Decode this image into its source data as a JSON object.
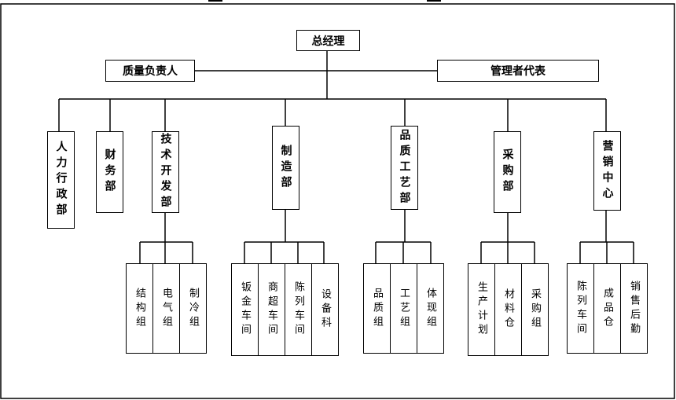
{
  "top": {
    "general_manager": "总经理"
  },
  "staff": {
    "quality": "质量负责人",
    "management_rep": "管理者代表"
  },
  "departments": [
    {
      "name": "人力行政部",
      "subs": []
    },
    {
      "name": "财务部",
      "subs": []
    },
    {
      "name": "技术开发部",
      "subs": [
        "结构组",
        "电气组",
        "制冷组"
      ]
    },
    {
      "name": "制造部",
      "subs": [
        "钣金车间",
        "商超车间",
        "陈列车间",
        "设备科"
      ]
    },
    {
      "name": "品质工艺部",
      "subs": [
        "品质组",
        "工艺组",
        "体现组"
      ]
    },
    {
      "name": "采购部",
      "subs": [
        "生产计划",
        "材料仓",
        "采购组"
      ]
    },
    {
      "name": "营销中心",
      "subs": [
        "陈列车间",
        "成品仓",
        "销售后勤"
      ]
    }
  ]
}
